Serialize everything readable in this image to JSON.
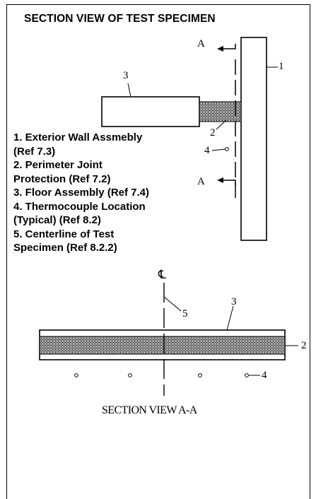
{
  "title": "SECTION VIEW OF TEST SPECIMEN",
  "legend": [
    "1. Exterior Wall Assmebly",
    "(Ref 7.3)",
    "2. Perimeter Joint",
    "Protection (Ref 7.2)",
    "3. Floor Assembly (Ref  7.4)",
    "4. Thermocouple Location",
    "(Typical) (Ref 8.2)",
    "5. Centerline of Test",
    "Specimen (Ref  8.2.2)"
  ],
  "callouts": {
    "wall": "1",
    "joint_top": "2",
    "floor_top": "3",
    "thermocouple_top": "4",
    "section_a_upper": "A",
    "section_a_lower": "A",
    "centerline_symbol": "℄",
    "centerline": "5",
    "floor_bottom": "3",
    "joint_bottom": "2",
    "thermocouple_bottom": "4"
  },
  "caption": "SECTION VIEW A-A",
  "colors": {
    "ink": "#000000",
    "fill": "#8a8a8a"
  }
}
